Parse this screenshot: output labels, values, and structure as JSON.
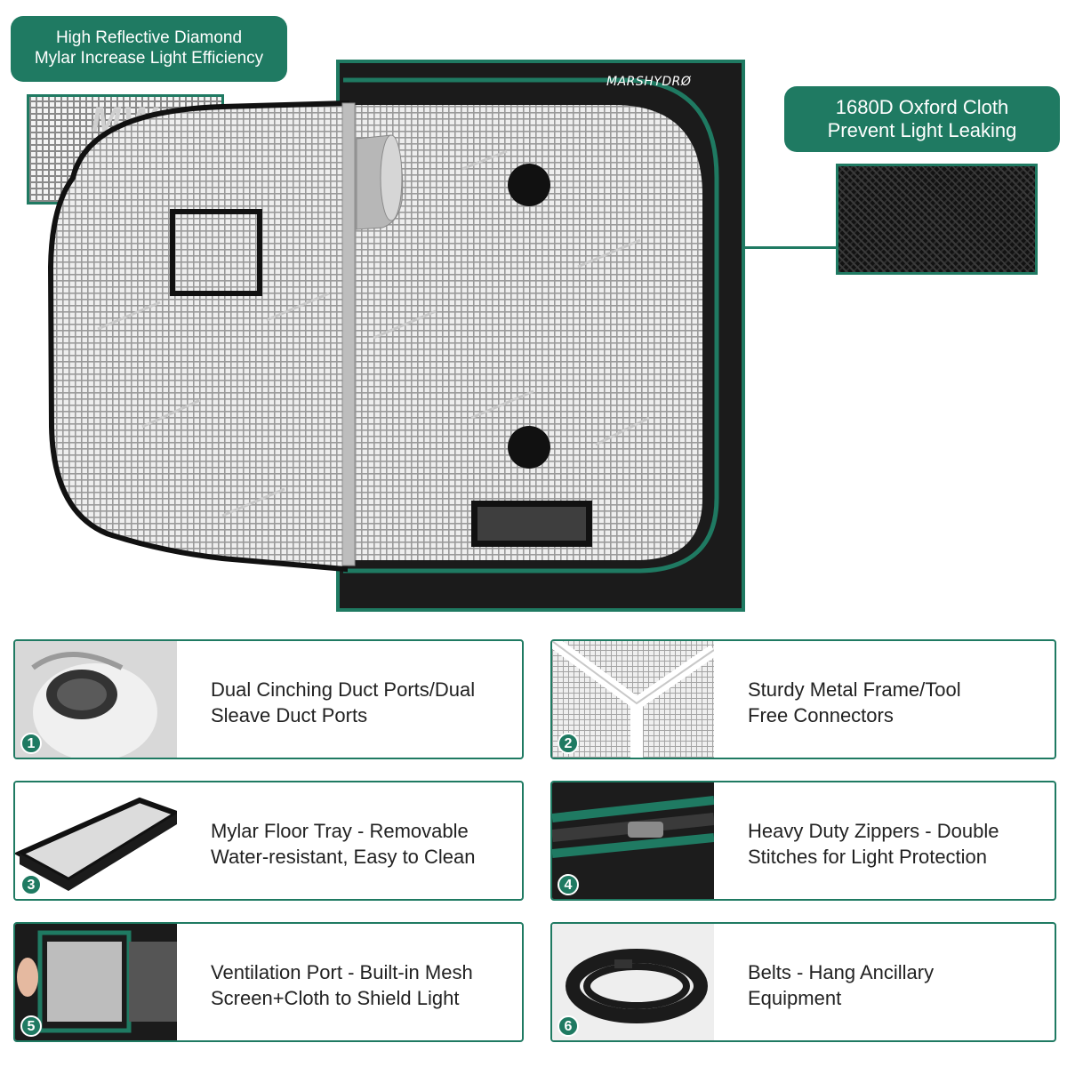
{
  "callouts": {
    "mylar": {
      "line1": "High Reflective Diamond",
      "line2": "Mylar Increase Light Efficiency"
    },
    "oxford": {
      "line1": "1680D Oxford Cloth",
      "line2": "Prevent Light Leaking"
    }
  },
  "tent": {
    "brand_logo": "MARSHYDRØ"
  },
  "colors": {
    "accent": "#1f7a62",
    "tent_black": "#1b1b1b",
    "mylar": "#e4e4e4"
  },
  "features": [
    {
      "number": "1",
      "line1": "Dual Cinching Duct Ports/Dual",
      "line2": "Sleave Duct Ports",
      "icon": "duct-port-photo"
    },
    {
      "number": "2",
      "line1": "Sturdy Metal Frame/Tool",
      "line2": "Free Connectors",
      "icon": "frame-connector-photo"
    },
    {
      "number": "3",
      "line1": "Mylar Floor Tray - Removable",
      "line2": "Water-resistant, Easy to Clean",
      "icon": "floor-tray-photo"
    },
    {
      "number": "4",
      "line1": "Heavy Duty Zippers - Double",
      "line2": "Stitches for Light Protection",
      "icon": "zipper-photo"
    },
    {
      "number": "5",
      "line1": "Ventilation Port - Built-in Mesh",
      "line2": "Screen+Cloth to Shield Light",
      "icon": "vent-port-photo"
    },
    {
      "number": "6",
      "line1": "Belts - Hang Ancillary",
      "line2": "Equipment",
      "icon": "belt-photo"
    }
  ]
}
